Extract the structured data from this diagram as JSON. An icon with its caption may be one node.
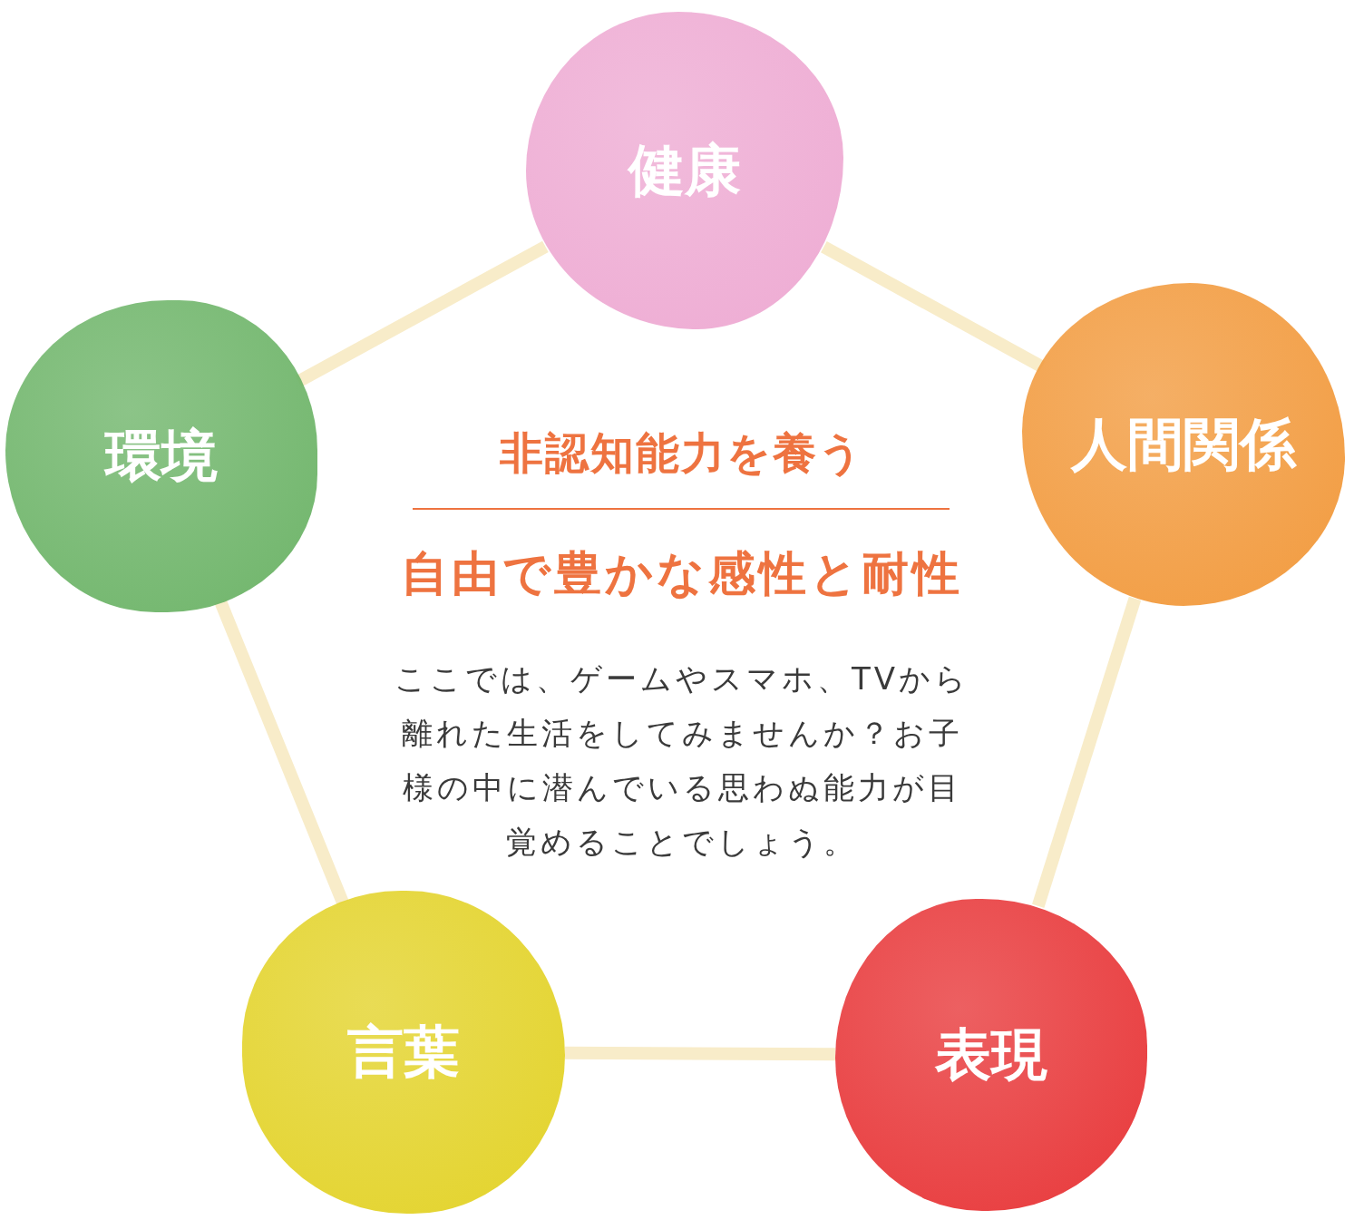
{
  "diagram": {
    "nodes": [
      {
        "text": [
          "健康"
        ]
      },
      {
        "text": [
          "人間関係"
        ]
      },
      {
        "text": [
          "表現"
        ]
      },
      {
        "text": [
          "言葉"
        ]
      },
      {
        "text": [
          "環境"
        ]
      }
    ],
    "edges": [
      {
        "from": 0,
        "to": 1,
        "arrow": "none"
      },
      {
        "from": 1,
        "to": 2,
        "arrow": "none"
      },
      {
        "from": 2,
        "to": 3,
        "arrow": "none"
      },
      {
        "from": 3,
        "to": 4,
        "arrow": "none"
      },
      {
        "from": 4,
        "to": 0,
        "arrow": "none"
      }
    ],
    "labels": [
      "非認知能力を養う",
      "自由で豊かな感性と耐性",
      "ここでは、ゲームやスマホ、TVから離れた生活をしてみませんか？お子様の中に潜んでいる思わぬ能力が目覚めることでしょう。"
    ]
  }
}
